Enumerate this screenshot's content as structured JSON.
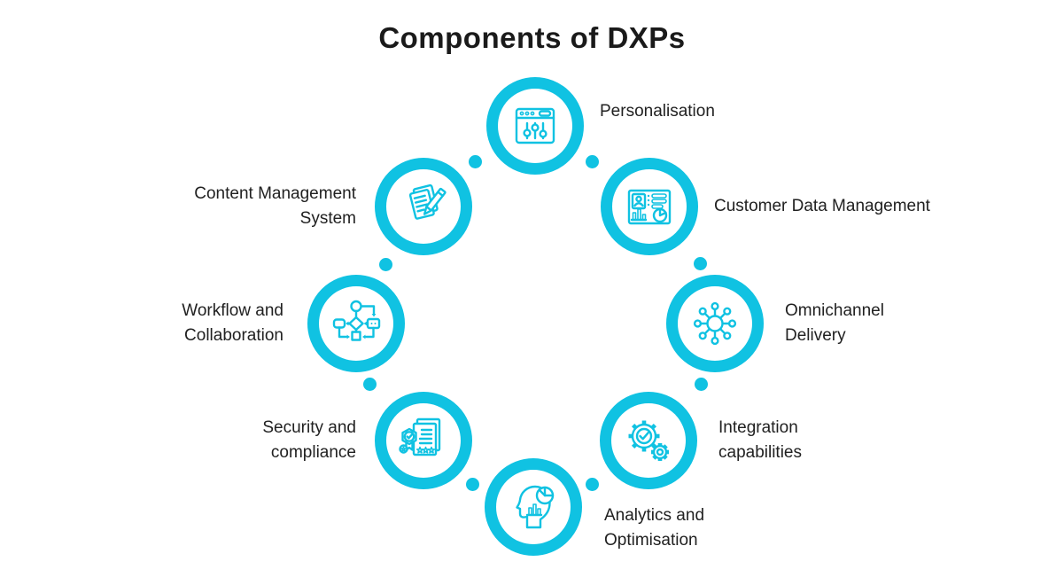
{
  "page": {
    "title": "Components of DXPs"
  },
  "colors": {
    "accent": "#10C2E2",
    "title_text": "#1A1A1A",
    "label_text": "#212121",
    "background": "#FFFFFF"
  },
  "nodes": [
    {
      "id": "personalisation",
      "label": "Personalisation",
      "icon": "sliders-window-icon"
    },
    {
      "id": "customer-data-management",
      "label": "Customer Data Management",
      "icon": "customer-data-card-icon"
    },
    {
      "id": "omnichannel-delivery",
      "label": "Omnichannel\nDelivery",
      "icon": "hub-and-spokes-icon"
    },
    {
      "id": "integration-capabilities",
      "label": "Integration\ncapabilities",
      "icon": "gears-checkmark-icon"
    },
    {
      "id": "analytics-optimisation",
      "label": "Analytics and\nOptimisation",
      "icon": "head-analytics-icon"
    },
    {
      "id": "security-compliance",
      "label": "Security and\ncompliance",
      "icon": "certificate-badge-icon"
    },
    {
      "id": "workflow-collaboration",
      "label": "Workflow and\nCollaboration",
      "icon": "flowchart-icon"
    },
    {
      "id": "content-management-system",
      "label": "Content Management\nSystem",
      "icon": "document-pencil-icon"
    }
  ]
}
